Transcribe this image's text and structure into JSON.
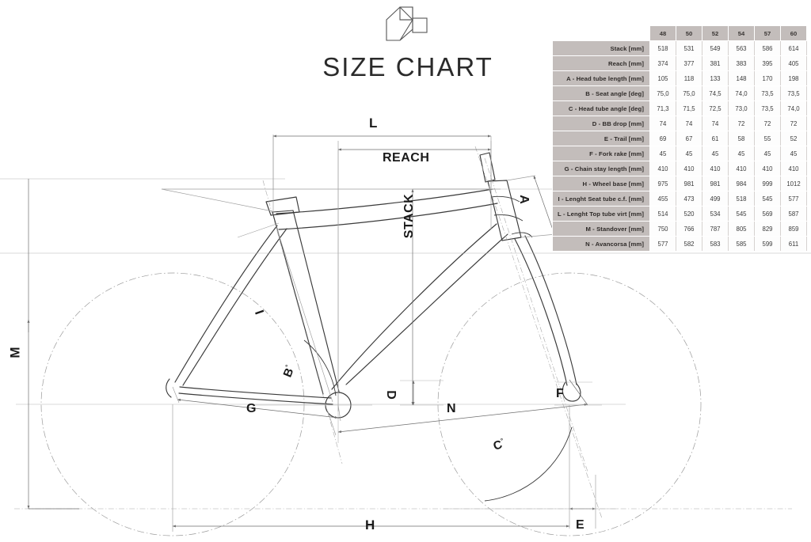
{
  "header": {
    "title": "SIZE CHART",
    "logo_name": "geometric-brand-logo"
  },
  "spec_table": {
    "corner_label": "",
    "size_columns": [
      "48",
      "50",
      "52",
      "54",
      "57",
      "60"
    ],
    "rows": [
      {
        "label": "Stack [mm]",
        "values": [
          "518",
          "531",
          "549",
          "563",
          "586",
          "614"
        ]
      },
      {
        "label": "Reach [mm]",
        "values": [
          "374",
          "377",
          "381",
          "383",
          "395",
          "405"
        ]
      },
      {
        "label": "A - Head tube length [mm]",
        "values": [
          "105",
          "118",
          "133",
          "148",
          "170",
          "198"
        ]
      },
      {
        "label": "B - Seat angle [deg]",
        "values": [
          "75,0",
          "75,0",
          "74,5",
          "74,0",
          "73,5",
          "73,5"
        ]
      },
      {
        "label": "C - Head tube angle [deg]",
        "values": [
          "71,3",
          "71,5",
          "72,5",
          "73,0",
          "73,5",
          "74,0"
        ]
      },
      {
        "label": "D - BB drop [mm]",
        "values": [
          "74",
          "74",
          "74",
          "72",
          "72",
          "72"
        ]
      },
      {
        "label": "E - Trail [mm]",
        "values": [
          "69",
          "67",
          "61",
          "58",
          "55",
          "52"
        ]
      },
      {
        "label": "F - Fork rake [mm]",
        "values": [
          "45",
          "45",
          "45",
          "45",
          "45",
          "45"
        ]
      },
      {
        "label": "G - Chain stay length [mm]",
        "values": [
          "410",
          "410",
          "410",
          "410",
          "410",
          "410"
        ]
      },
      {
        "label": "H - Wheel base [mm]",
        "values": [
          "975",
          "981",
          "981",
          "984",
          "999",
          "1012"
        ]
      },
      {
        "label": "I - Lenght Seat tube c.f. [mm]",
        "values": [
          "455",
          "473",
          "499",
          "518",
          "545",
          "577"
        ]
      },
      {
        "label": "L - Lenght Top tube virt [mm]",
        "values": [
          "514",
          "520",
          "534",
          "545",
          "569",
          "587"
        ]
      },
      {
        "label": "M - Standover [mm]",
        "values": [
          "750",
          "766",
          "787",
          "805",
          "829",
          "859"
        ]
      },
      {
        "label": "N - Avancorsa [mm]",
        "values": [
          "577",
          "582",
          "583",
          "585",
          "599",
          "611"
        ]
      }
    ]
  },
  "diagram": {
    "name": "bicycle-frame-geometry-diagram",
    "dimension_labels": {
      "L": "L",
      "REACH": "REACH",
      "STACK": "STACK",
      "A": "A",
      "B": "B",
      "C": "C",
      "D": "D",
      "E": "E",
      "F": "F",
      "G": "G",
      "H": "H",
      "I": "I",
      "M": "M",
      "N": "N"
    },
    "degree_symbol": "°"
  },
  "colors": {
    "table_header_bg": "#c3bdbb",
    "table_label_bg": "#c3bdbb",
    "table_cell_bg": "#fdfdfd",
    "line_color": "#3a3a3a",
    "construction_line": "#9a9a9a",
    "text": "#231f20",
    "background": "#ffffff"
  }
}
